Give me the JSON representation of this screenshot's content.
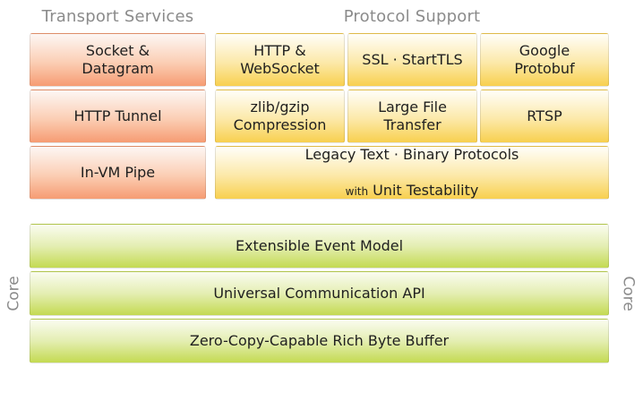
{
  "headers": {
    "transport": "Transport Services",
    "protocol": "Protocol Support"
  },
  "transport_services": {
    "items": [
      "Socket &\nDatagram",
      "HTTP Tunnel",
      "In-VM Pipe"
    ]
  },
  "protocol_support": {
    "row1": [
      "HTTP &\nWebSocket",
      "SSL · StartTLS",
      "Google\nProtobuf"
    ],
    "row2": [
      "zlib/gzip\nCompression",
      "Large File\nTransfer",
      "RTSP"
    ],
    "legacy": {
      "line1": "Legacy Text · Binary Protocols",
      "with_word": "with",
      "line2": "Unit Testability"
    }
  },
  "core": {
    "label_left": "Core",
    "label_right": "Core",
    "items": [
      "Extensible Event Model",
      "Universal Communication API",
      "Zero-Copy-Capable Rich Byte Buffer"
    ]
  },
  "colors": {
    "header_text": "#8b8b8b",
    "box_text": "#1f1f1f",
    "transport_gradient_top": "#fdf7f4",
    "transport_gradient_bottom": "#f69c73",
    "protocol_gradient_top": "#fffef9",
    "protocol_gradient_bottom": "#f8d04f",
    "core_gradient_top": "#fafcf0",
    "core_gradient_bottom": "#c4da52",
    "background": "#ffffff"
  }
}
